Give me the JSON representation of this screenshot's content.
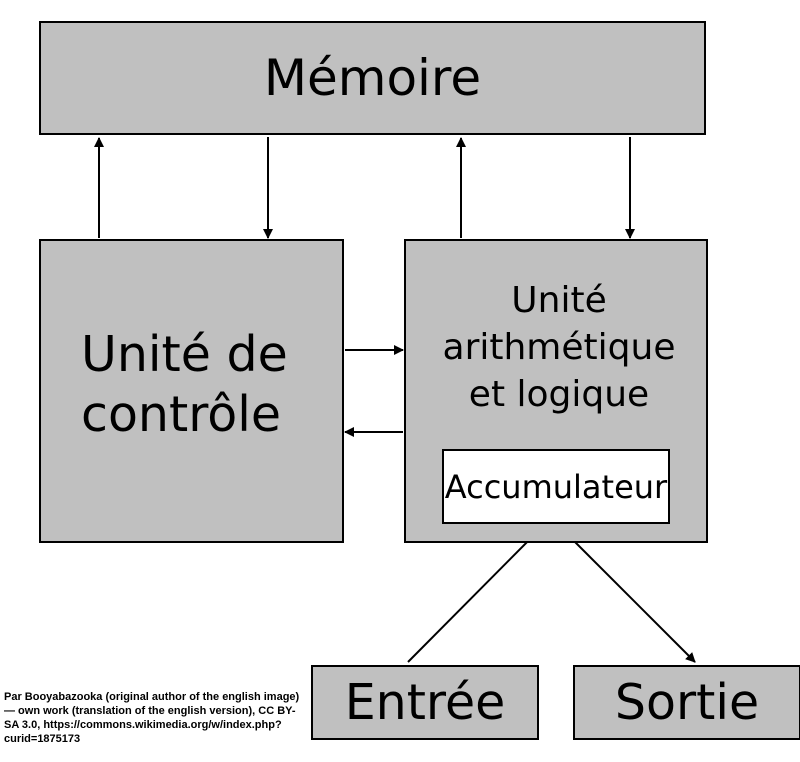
{
  "diagram": {
    "memory_label": "Mémoire",
    "control_unit_label": "Unité de contrôle",
    "alu_label": "Unité arithmétique et logique",
    "accumulator_label": "Accumulateur",
    "input_label": "Entrée",
    "output_label": "Sortie",
    "box_color": "#c0c0c0",
    "accumulator_color": "#ffffff",
    "line_color": "#000000"
  },
  "credit": {
    "text": "Par Booyabazooka (original author of the english image) — own work (translation of the english version), CC BY-SA 3.0, https://commons.wikimedia.org/w/index.php?curid=1875173"
  }
}
